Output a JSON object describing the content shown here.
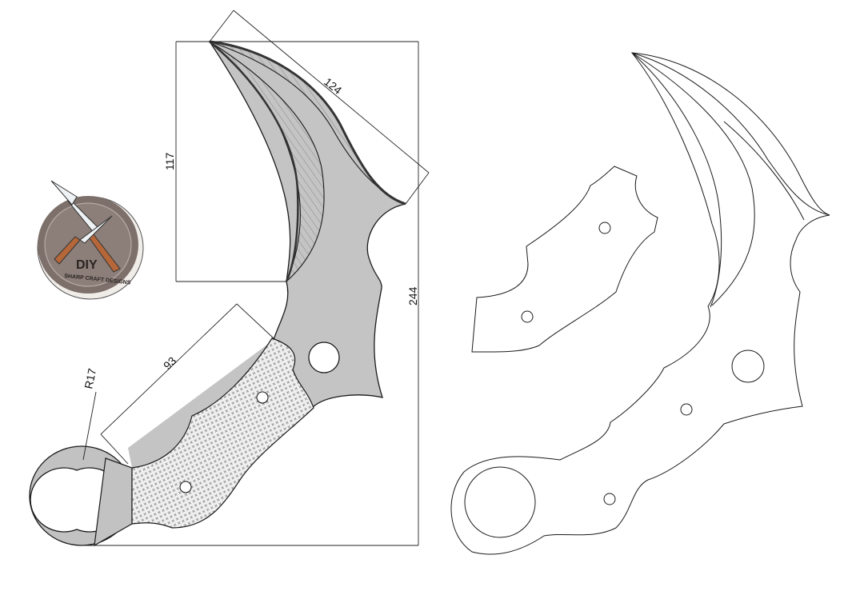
{
  "diagram": {
    "dimensions": {
      "blade_height": "117",
      "edge_length": "124",
      "total_height": "244",
      "handle_length": "93",
      "ring_radius": "R17"
    }
  },
  "logo": {
    "icon": "crossed-knives-logo",
    "text": "DIY",
    "subtext": "SHARP CRAFT DESIGNS"
  },
  "colors": {
    "blade_fill": "#c4c4c4",
    "outline": "#1a1a1a",
    "handle_pattern": "#7a7a7a",
    "logo_disc": "#7d6f6a",
    "knife_handle": "#b5673a"
  }
}
